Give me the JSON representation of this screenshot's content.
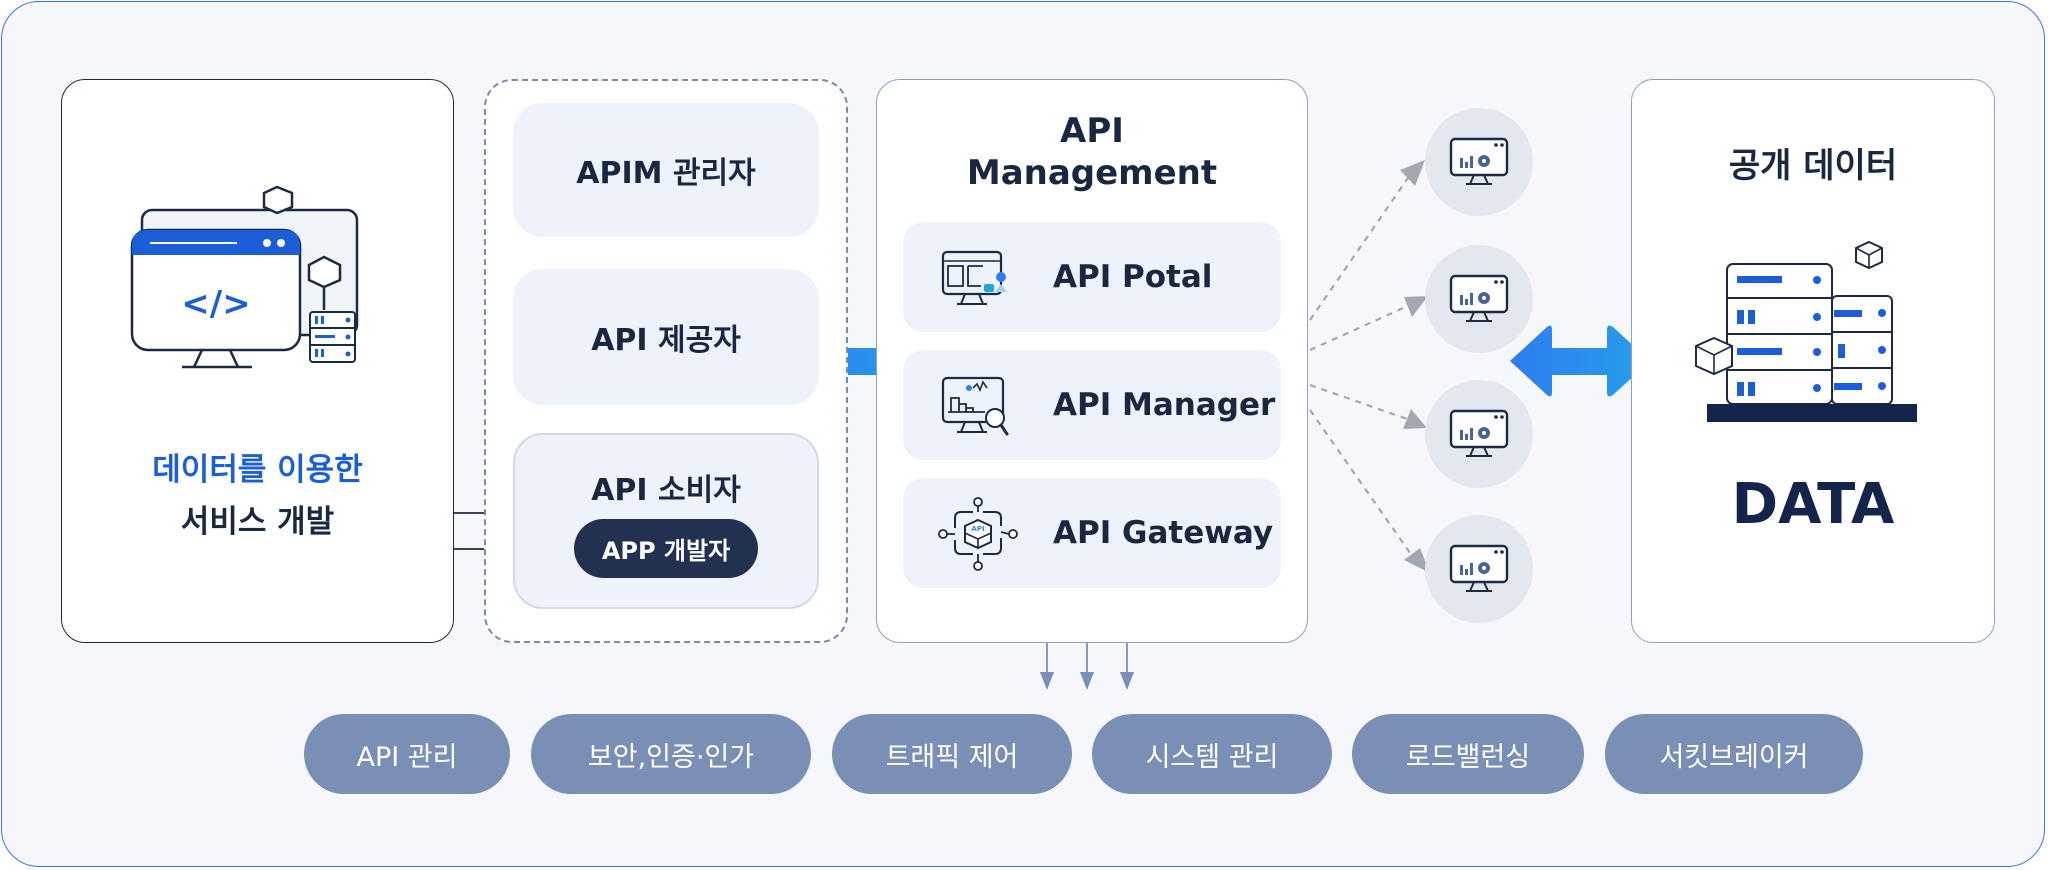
{
  "colors": {
    "accent_blue": "#1c5ed8",
    "arrow_blue": "#2f86f0",
    "navy": "#1a2740",
    "pill_bg": "#7a8fb6",
    "role_bg": "#edf2fb",
    "node_bg": "#e3e8ef"
  },
  "developer_panel": {
    "icon": "code-monitor-icon",
    "line1": "데이터를 이용한",
    "line2": "서비스 개발"
  },
  "roles_panel": {
    "roles": [
      {
        "label": "APIM 관리자"
      },
      {
        "label": "API 제공자"
      },
      {
        "label": "API 소비자",
        "badge": "APP 개발자"
      }
    ]
  },
  "apim_panel": {
    "title_line1": "API",
    "title_line2": "Management",
    "items": [
      {
        "label": "API Potal",
        "icon": "portal-monitor-icon"
      },
      {
        "label": "API Manager",
        "icon": "analytics-monitor-icon"
      },
      {
        "label": "API Gateway",
        "icon": "gateway-cube-icon"
      }
    ]
  },
  "service_nodes": [
    {
      "icon": "monitor-chart-gear-icon"
    },
    {
      "icon": "monitor-chart-gear-icon"
    },
    {
      "icon": "monitor-chart-gear-icon"
    },
    {
      "icon": "monitor-chart-gear-icon"
    }
  ],
  "data_panel": {
    "title": "공개 데이터",
    "icon": "server-rack-icon",
    "big_label": "DATA"
  },
  "features": [
    {
      "label": "API 관리"
    },
    {
      "label": "보안,인증·인가"
    },
    {
      "label": "트래픽 제어"
    },
    {
      "label": "시스템 관리"
    },
    {
      "label": "로드밸런싱"
    },
    {
      "label": "서킷브레이커"
    }
  ]
}
